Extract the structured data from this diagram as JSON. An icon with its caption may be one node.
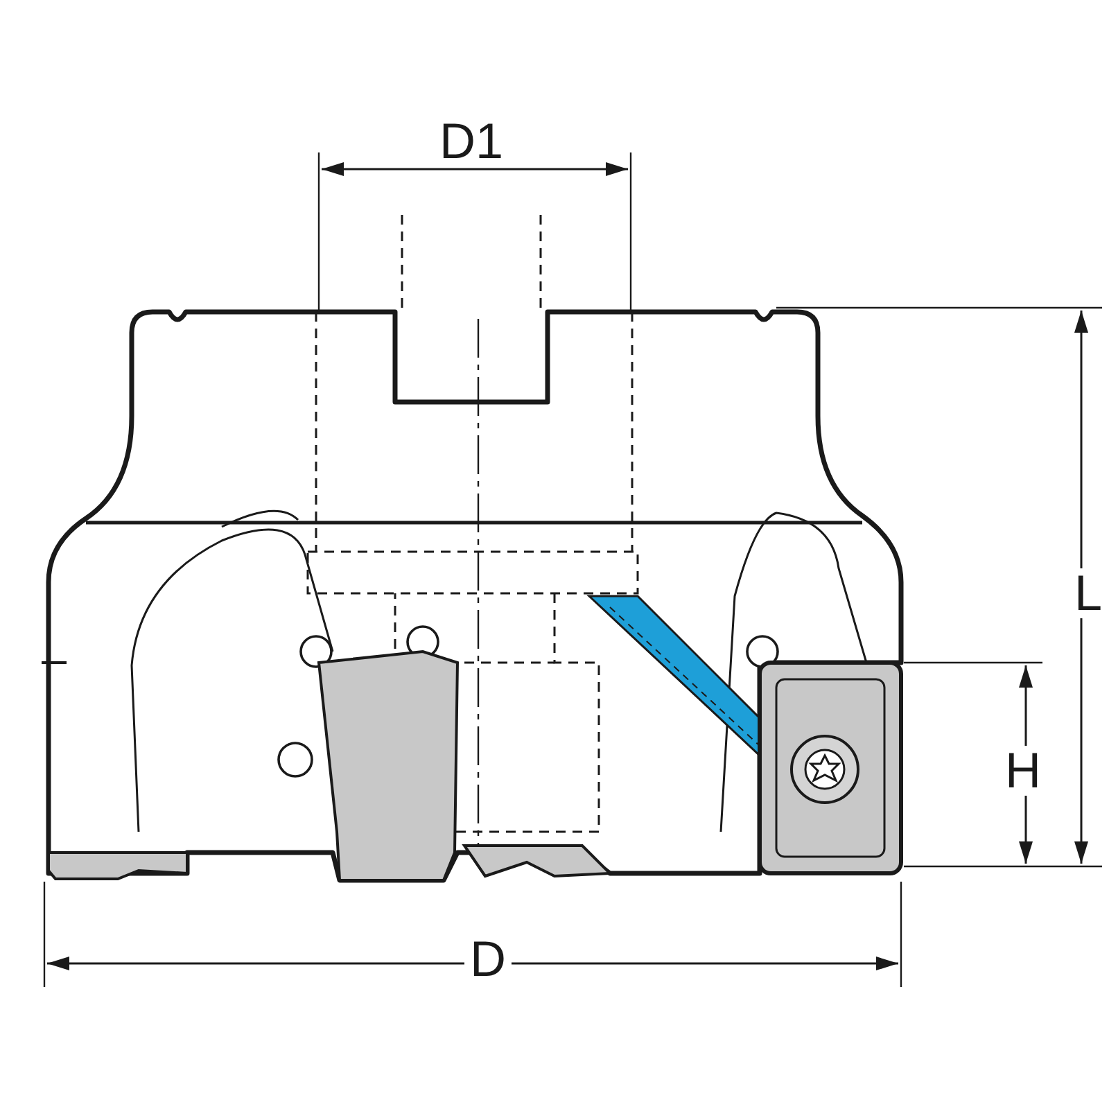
{
  "diagram": {
    "labels": [
      "D1",
      "L",
      "H",
      "D"
    ]
  }
}
